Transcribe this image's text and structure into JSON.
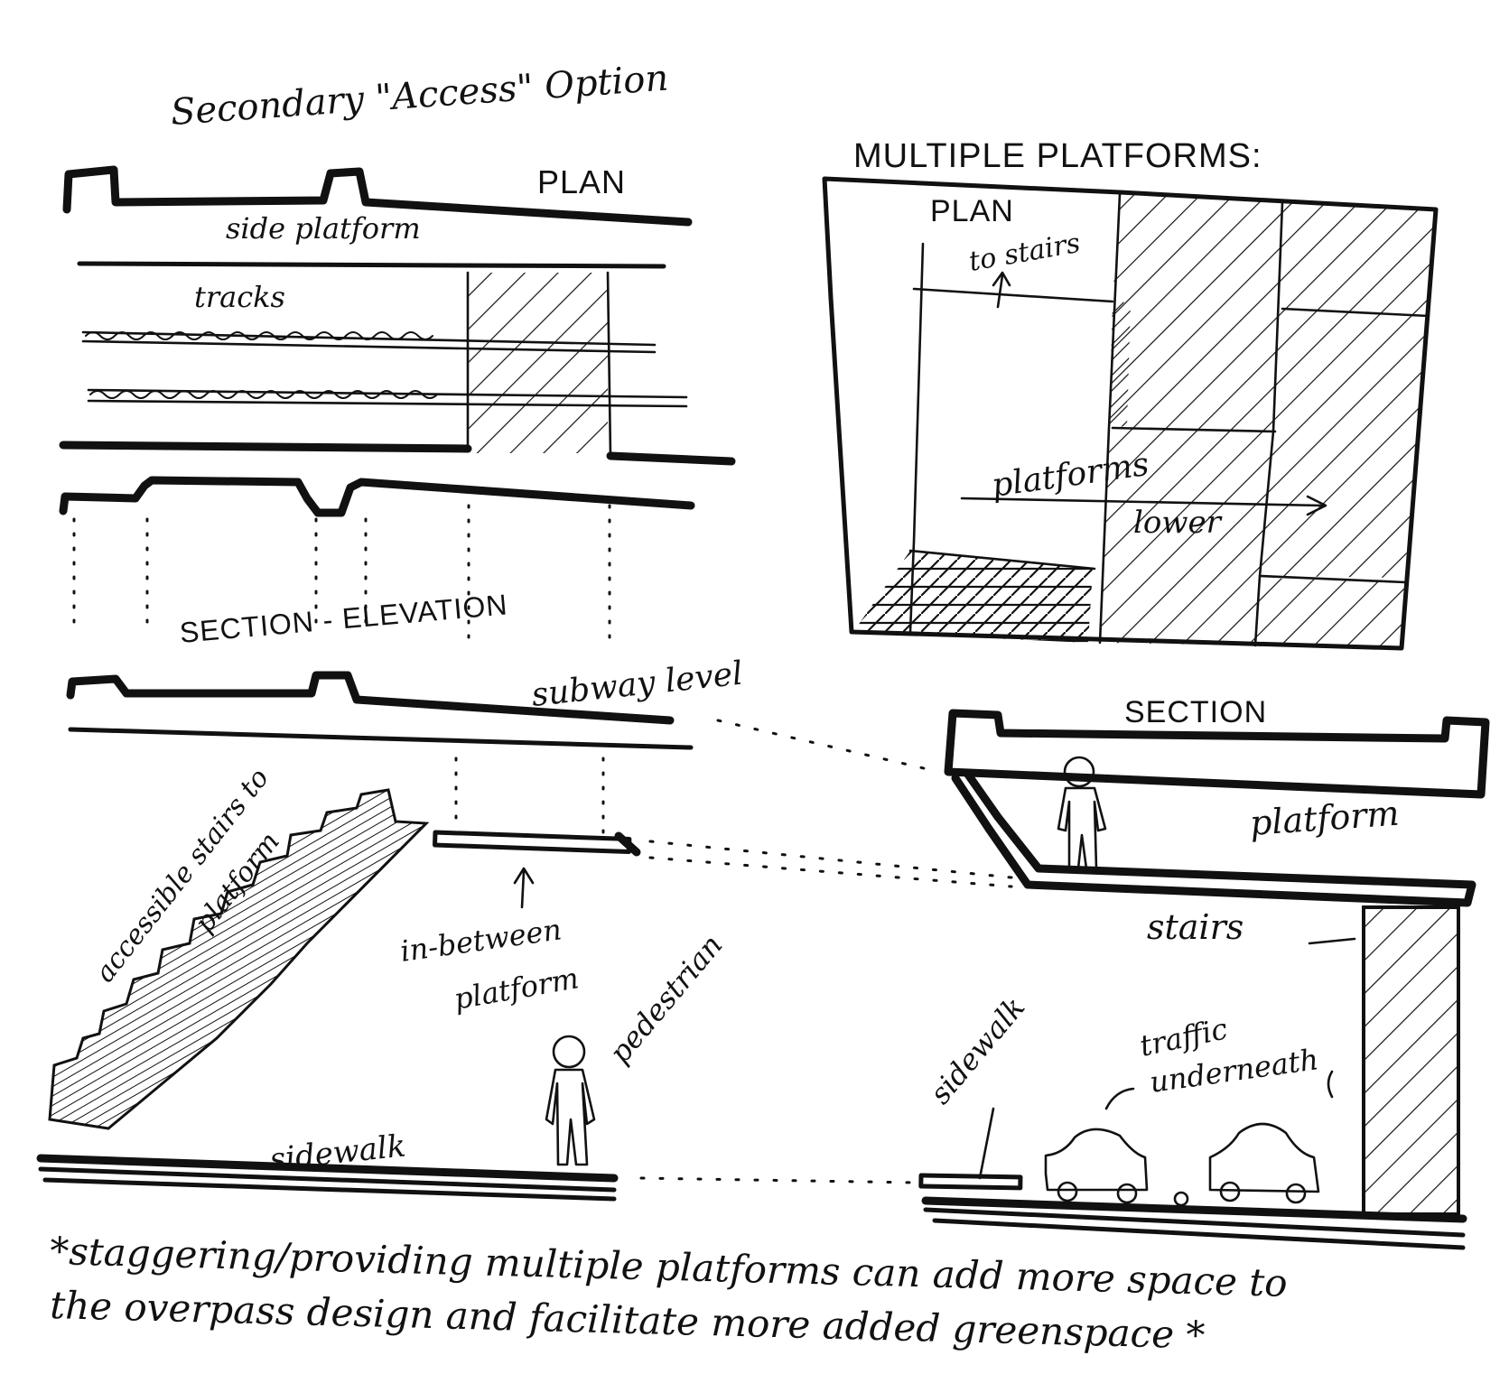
{
  "left": {
    "title": "Secondary \"Access\" Option",
    "plan_label": "PLAN",
    "side_platform": "side platform",
    "tracks": "tracks",
    "section_label": "SECTION - ELEVATION",
    "subway_level": "subway level",
    "stairs_label_line1": "accessible stairs to",
    "stairs_label_line2": "platform",
    "in_between_line1": "in-between",
    "in_between_line2": "platform",
    "pedestrian": "pedestrian",
    "sidewalk": "sidewalk"
  },
  "right": {
    "title": "MULTIPLE PLATFORMS:",
    "plan_label": "PLAN",
    "to_stairs": "to stairs",
    "platforms_lower_line1": "platforms",
    "platforms_lower_line2": "lower",
    "section_label": "SECTION",
    "platform": "platform",
    "stairs": "stairs",
    "sidewalk": "sidewalk",
    "traffic_line1": "traffic",
    "traffic_line2": "underneath"
  },
  "note": {
    "line1": "*staggering/providing multiple platforms can add more space to",
    "line2": "the overpass design and facilitate more added greenspace *"
  }
}
